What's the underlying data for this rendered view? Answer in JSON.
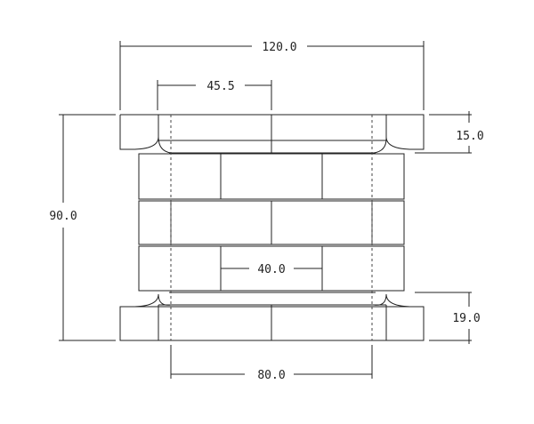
{
  "dimensions": {
    "overall_width": "120.0",
    "offset_width": "45.5",
    "top_height": "15.0",
    "overall_height": "90.0",
    "course_width": "40.0",
    "bottom_height": "19.0",
    "base_width": "80.0"
  },
  "colors": {
    "line": "#222222",
    "background": "#ffffff"
  }
}
